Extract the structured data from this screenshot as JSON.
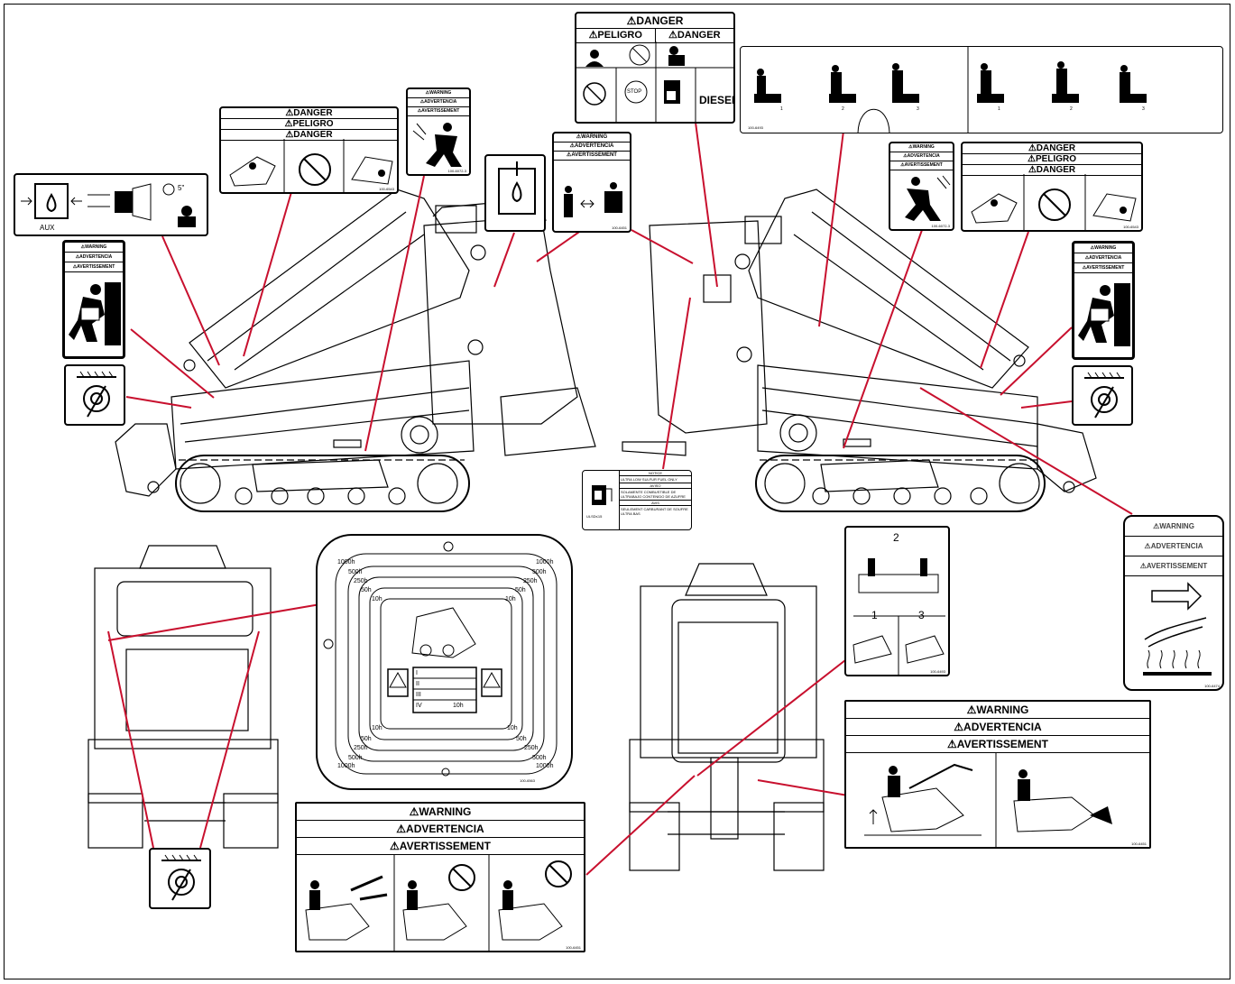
{
  "labels": {
    "danger_top": {
      "title": "⚠DANGER",
      "es": "⚠PELIGRO",
      "en2": "⚠DANGER",
      "stop": "STOP",
      "diesel": "DIESEL"
    },
    "danger_left": {
      "l1": "⚠DANGER",
      "l2": "⚠PELIGRO",
      "l3": "⚠DANGER",
      "pn": "100-6543"
    },
    "danger_right": {
      "l1": "⚠DANGER",
      "l2": "⚠PELIGRO",
      "l3": "⚠DANGER",
      "pn": "100-6543"
    },
    "warning_small_a": {
      "l1": "⚠WARNING",
      "l2": "⚠ADVERTENCIA",
      "l3": "⚠AVERTISSEMENT",
      "pn": "100-6072-3"
    },
    "warning_small_b": {
      "l1": "⚠WARNING",
      "l2": "⚠ADVERTENCIA",
      "l3": "⚠AVERTISSEMENT",
      "pn": "100-6072-3"
    },
    "warning_operator": {
      "l1": "⚠WARNING",
      "l2": "⚠ADVERTENCIA",
      "l3": "⚠AVERTISSEMENT",
      "pn": "100-6451"
    },
    "warning_crush_left": {
      "l1": "⚠WARNING",
      "l2": "⚠ADVERTENCIA",
      "l3": "⚠AVERTISSEMENT"
    },
    "warning_crush_right": {
      "l1": "⚠WARNING",
      "l2": "⚠ADVERTENCIA",
      "l3": "⚠AVERTISSEMENT"
    },
    "warning_hot": {
      "l1": "⚠WARNING",
      "l2": "⚠ADVERTENCIA",
      "l3": "⚠AVERTISSEMENT",
      "pn": "100-6474"
    },
    "warning_lift": {
      "l1": "⚠WARNING",
      "l2": "⚠ADVERTENCIA",
      "l3": "⚠AVERTISSEMENT",
      "pn": "100-6451"
    },
    "warning_bottom": {
      "l1": "⚠WARNING",
      "l2": "⚠ADVERTENCIA",
      "l3": "⚠AVERTISSEMENT",
      "pn": "100-6451"
    },
    "aux": {
      "label": "AUX",
      "time": "5\""
    },
    "loader_steps": {
      "s1": "1",
      "s2": "2",
      "s3": "3",
      "pn": "100-6493"
    },
    "lever_steps": {
      "n2": "2",
      "n1": "1",
      "n3": "3",
      "pn": "100-6493"
    },
    "fuel_notice": {
      "notice": "NOTICE",
      "notice_text": "ULTRA LOW SULFUR FUEL ONLY",
      "aviso": "AVISO",
      "aviso_text": "SOLAMENTE COMBUSTIBLE DE ULTRABAJO CONTENIDO DE AZUFRE",
      "avis": "AVIS",
      "avis_text": "SEULEMENT CARBURANT DE SOUFRE ULTRA BAS",
      "icon_text": "ULSD≤15"
    },
    "service": {
      "h1000": "1000h",
      "h500": "500h",
      "h250": "250h",
      "h50": "50h",
      "h10": "10h",
      "r1": "I",
      "r2": "II",
      "r3": "III",
      "r4": "IV",
      "r4_val": "10h",
      "pn": "100-6563"
    }
  }
}
